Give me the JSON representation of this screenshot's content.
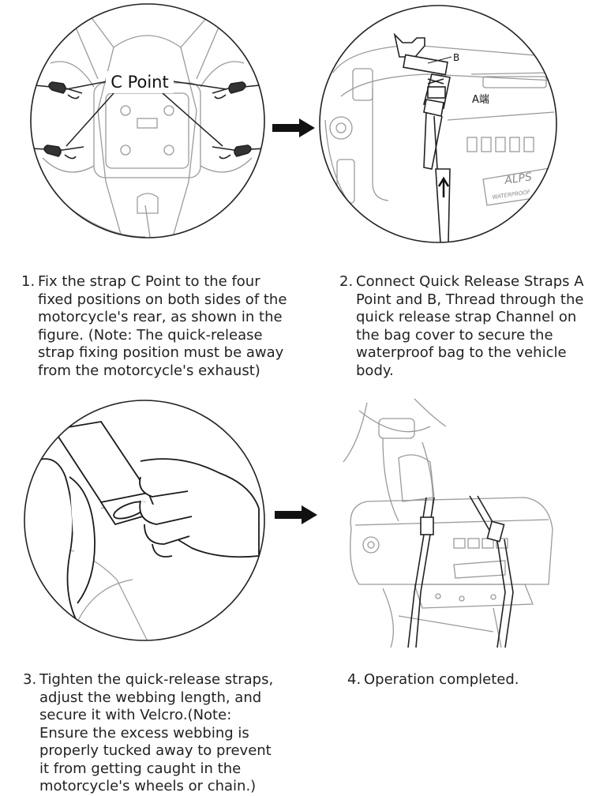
{
  "steps": [
    {
      "number": "1.",
      "text": "Fix the strap C Point to the four fixed positions on both sides of the motorcycle's rear, as shown in the figure. (Note: The quick-release strap fixing position must be away from the motorcycle's exhaust)"
    },
    {
      "number": "2.",
      "text": "Connect Quick Release Straps A Point and B, Thread through the quick release strap Channel on the bag cover to secure the waterproof bag to the vehicle body."
    },
    {
      "number": "3.",
      "text": "Tighten the quick-release straps, adjust the webbing length, and secure it with Velcro.(Note: Ensure the excess webbing is properly tucked away to prevent it from getting caught in the motorcycle's wheels or chain.)"
    },
    {
      "number": "4.",
      "text": "Operation completed."
    }
  ],
  "callouts": {
    "c_point": "C Point",
    "b_label": "B",
    "a_label": "A端",
    "bag_brand": "ALPS",
    "bag_subtext": "WATERPROOF"
  },
  "icons": {
    "next_arrow": "arrow-right-icon",
    "up_arrow": "arrow-up-icon"
  },
  "colors": {
    "line": "#222222",
    "light_line": "#9a9a9a",
    "arrow": "#111111"
  }
}
